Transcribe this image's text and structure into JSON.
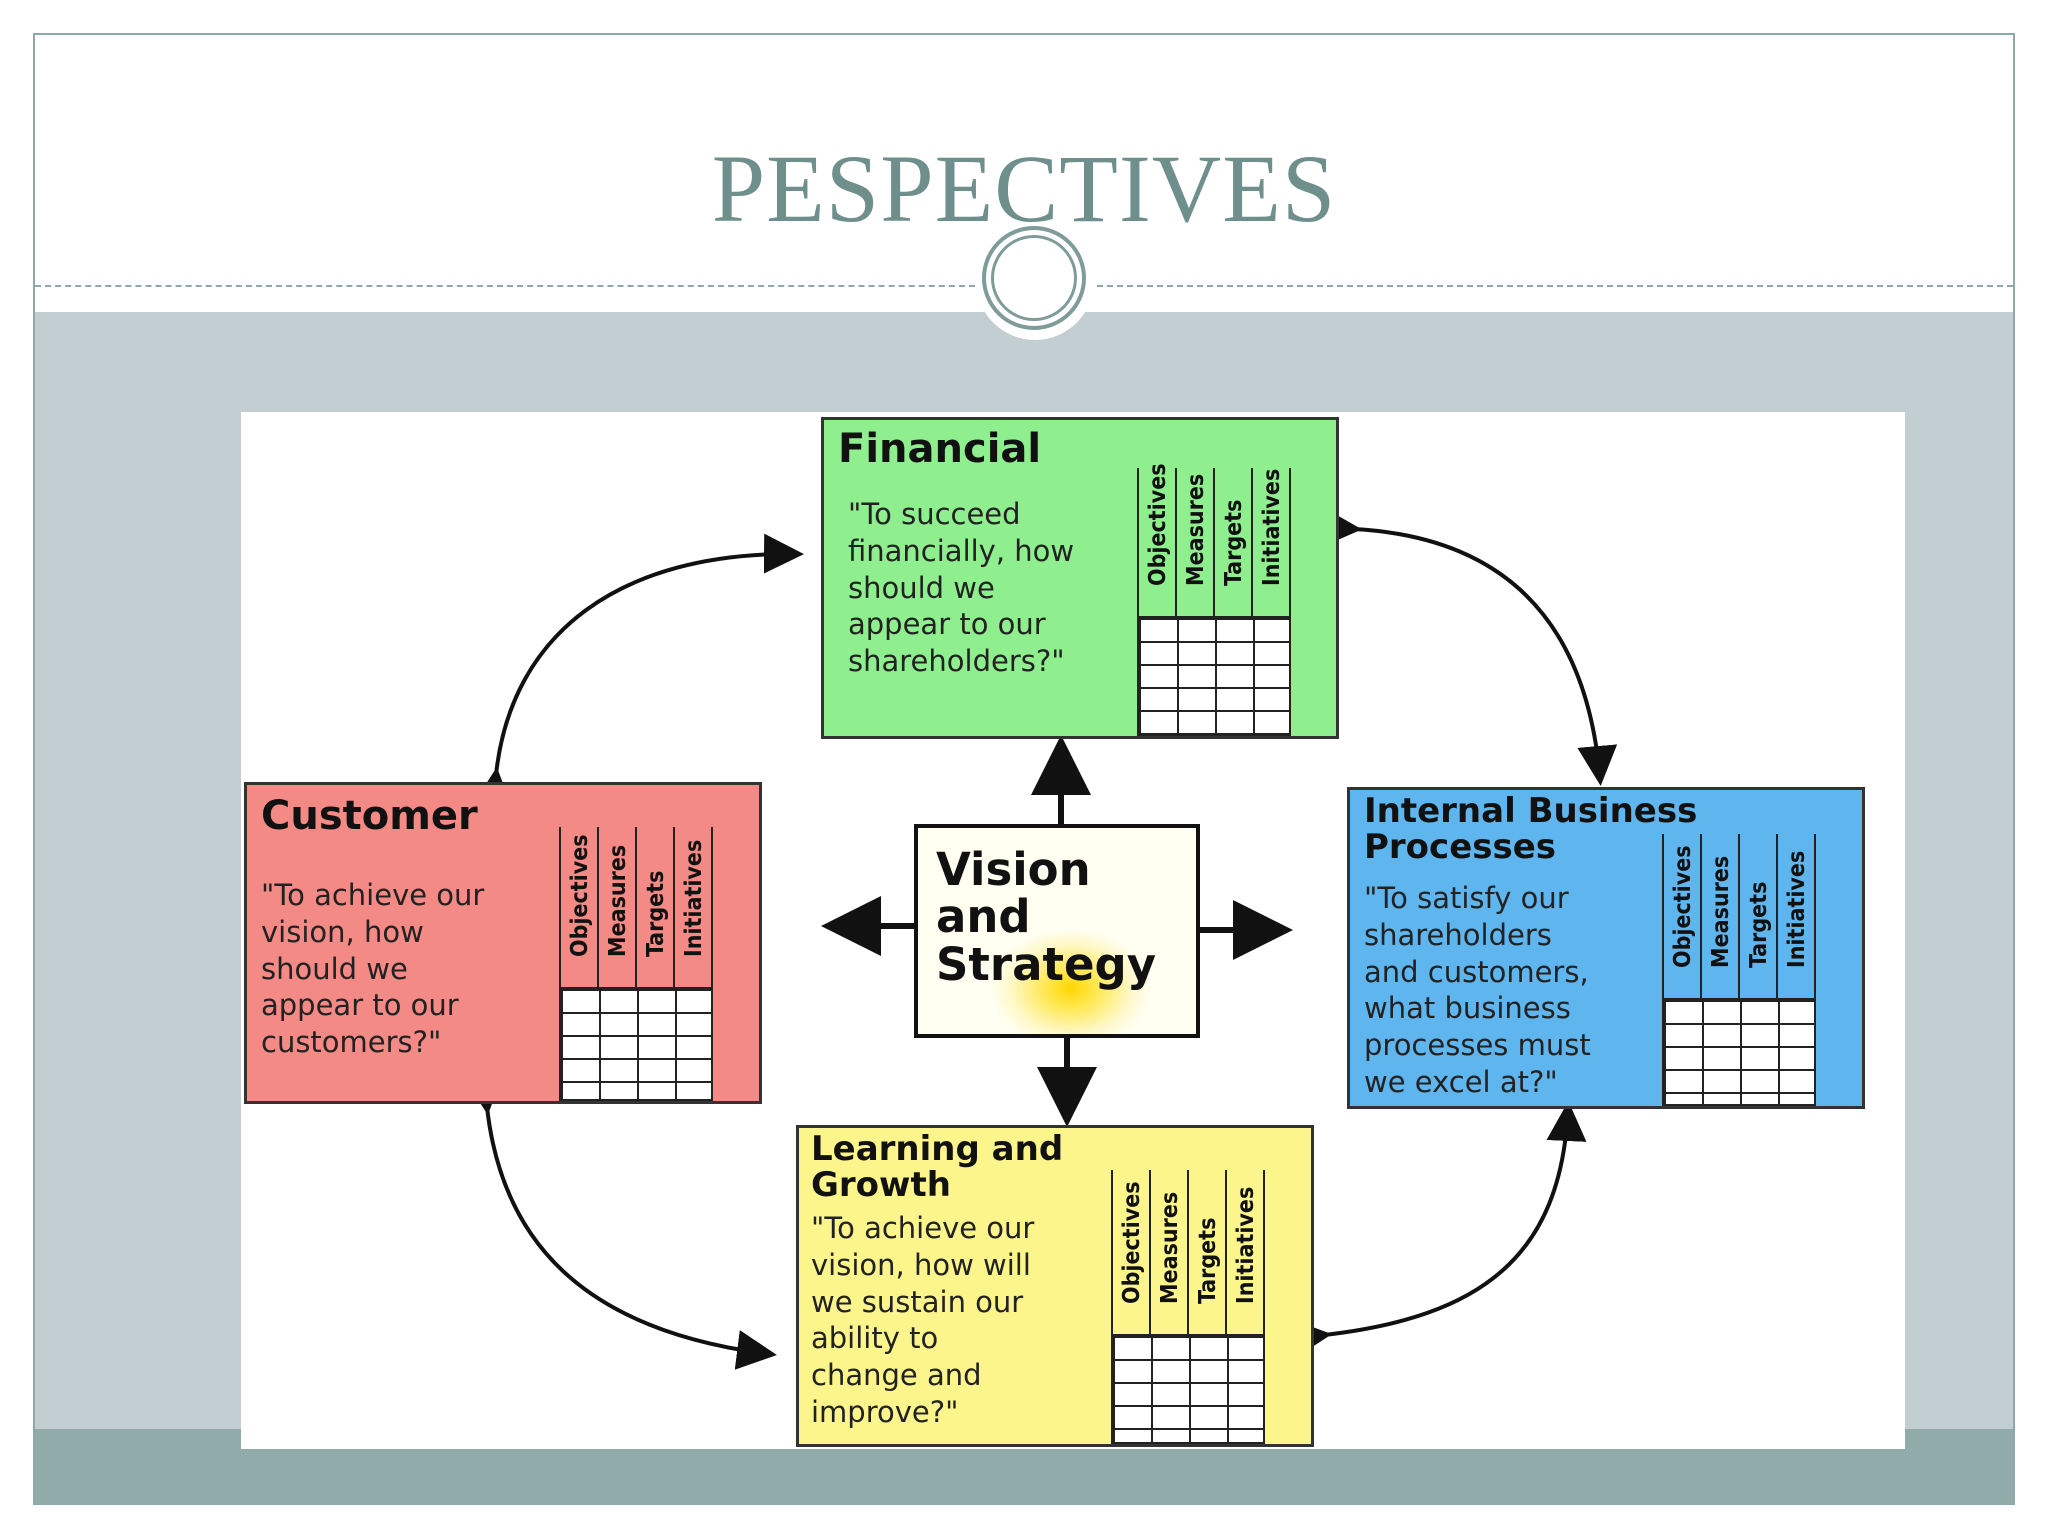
{
  "slide": {
    "title": "PESPECTIVES"
  },
  "diagram": {
    "center": {
      "label": "Vision\nand\nStrategy",
      "fill": "#fff6a8"
    },
    "column_headers": [
      "Objectives",
      "Measures",
      "Targets",
      "Initiatives"
    ],
    "perspectives": {
      "financial": {
        "title": "Financial",
        "question": "\"To succeed\nfinancially, how\nshould we\nappear to our\nshareholders?\"",
        "color": "#8fef8f"
      },
      "customer": {
        "title": "Customer",
        "question": "\"To achieve our\nvision, how\nshould we\nappear to our\ncustomers?\"",
        "color": "#f48a85"
      },
      "internal": {
        "title": "Internal Business\nProcesses",
        "question": "\"To satisfy our\nshareholders\nand customers,\nwhat business\nprocesses must\nwe excel at?\"",
        "color": "#5fb5ee"
      },
      "learning": {
        "title": "Learning and\nGrowth",
        "question": "\"To achieve our\nvision, how will\nwe sustain our\nability to\nchange and\nimprove?\"",
        "color": "#fbf58c"
      }
    }
  }
}
